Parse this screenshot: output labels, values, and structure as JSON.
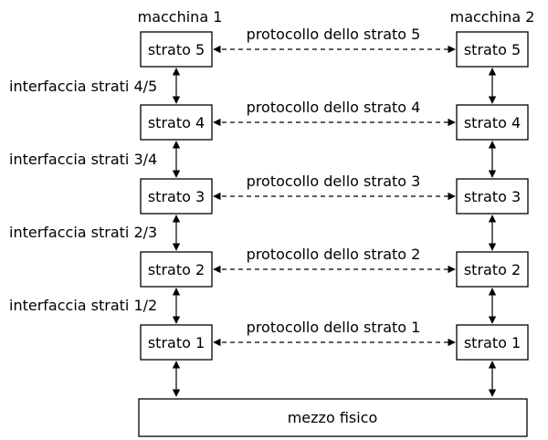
{
  "machines": {
    "left_title": "macchina 1",
    "right_title": "macchina 2"
  },
  "layers": [
    {
      "left_label": "strato 5",
      "right_label": "strato 5",
      "protocol": "protocollo dello strato 5"
    },
    {
      "left_label": "strato 4",
      "right_label": "strato 4",
      "protocol": "protocollo dello strato 4"
    },
    {
      "left_label": "strato 3",
      "right_label": "strato 3",
      "protocol": "protocollo dello strato 3"
    },
    {
      "left_label": "strato 2",
      "right_label": "strato 2",
      "protocol": "protocollo dello strato 2"
    },
    {
      "left_label": "strato 1",
      "right_label": "strato 1",
      "protocol": "protocollo dello strato 1"
    }
  ],
  "interfaces": [
    {
      "label": "interfaccia strati 4/5"
    },
    {
      "label": "interfaccia strati 3/4"
    },
    {
      "label": "interfaccia strati 2/3"
    },
    {
      "label": "interfaccia strati 1/2"
    }
  ],
  "medium": {
    "label": "mezzo fisico"
  },
  "colors": {
    "line": "#000000",
    "background": "#ffffff"
  }
}
